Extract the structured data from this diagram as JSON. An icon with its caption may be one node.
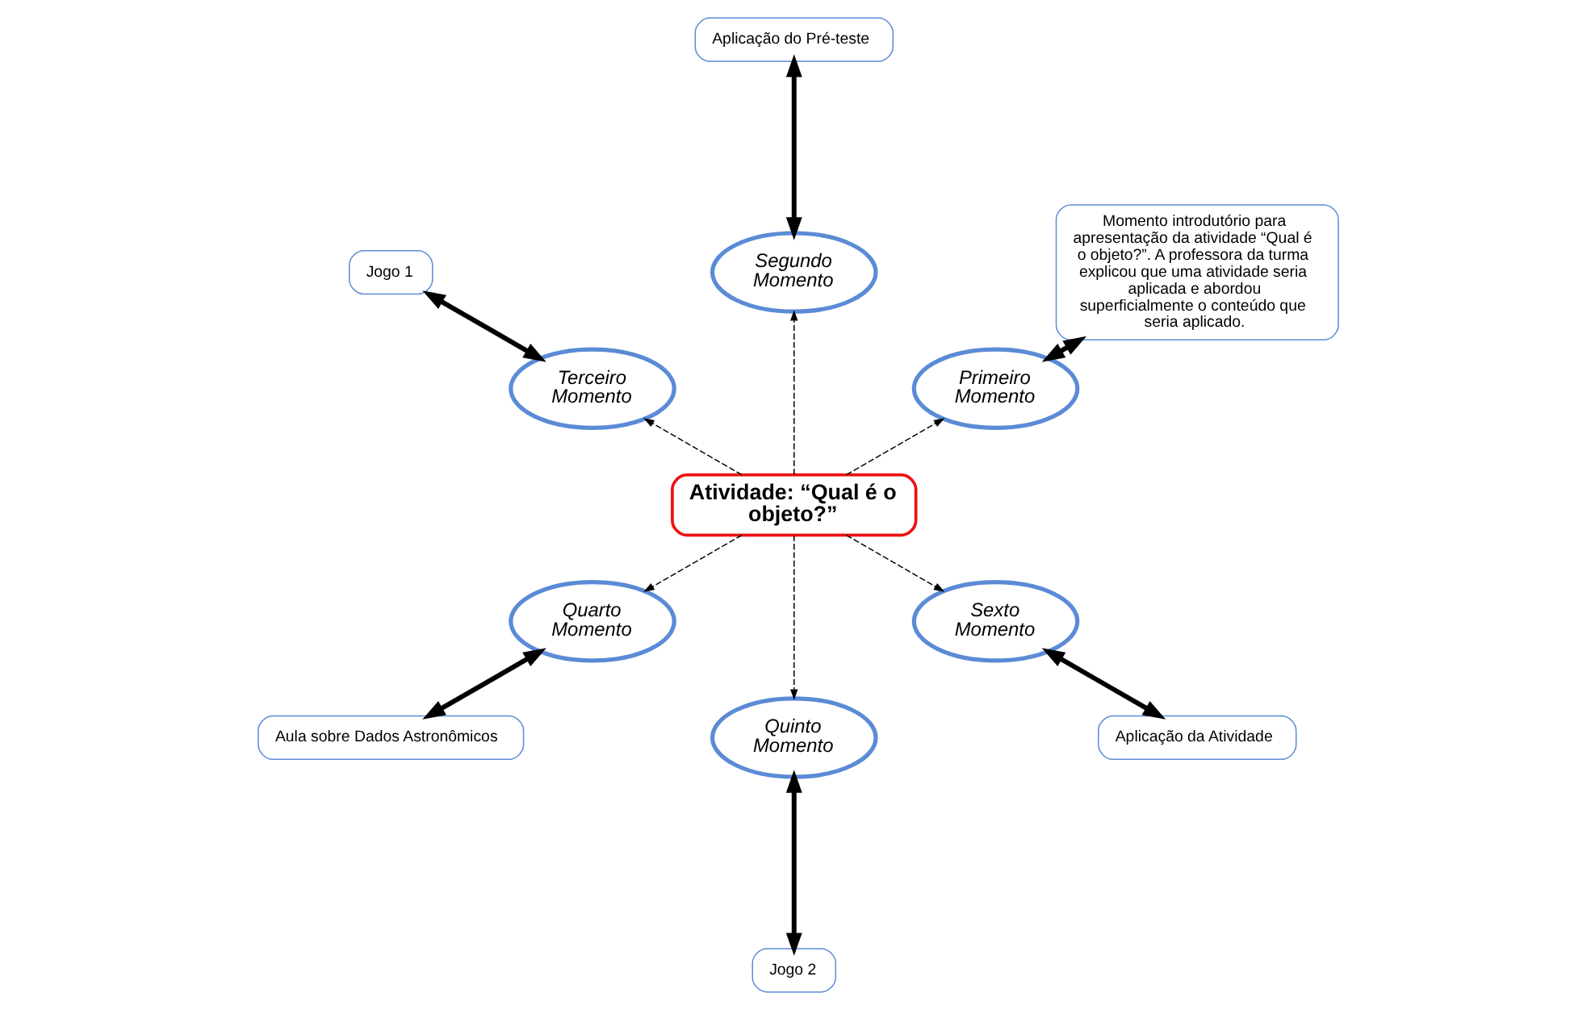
{
  "diagram": {
    "nodes": [
      {
        "text": [
          "Atividade: “Qual é o objeto?”"
        ]
      },
      {
        "text": [
          "Primeiro Momento"
        ]
      },
      {
        "text": [
          "Momento introdutório para apresentação da atividade “Qual é o objeto?”. A professora da turma explicou que uma atividade seria aplicada e abordou superficialmente o conteúdo que seria aplicado."
        ]
      },
      {
        "text": [
          "Segundo Momento"
        ]
      },
      {
        "text": [
          "Aplicação do Pré-teste"
        ]
      },
      {
        "text": [
          "Terceiro Momento"
        ]
      },
      {
        "text": [
          "Jogo 1"
        ]
      },
      {
        "text": [
          "Quarto Momento"
        ]
      },
      {
        "text": [
          "Aula sobre Dados Astronômicos"
        ]
      },
      {
        "text": [
          "Quinto Momento"
        ]
      },
      {
        "text": [
          "Jogo 2"
        ]
      },
      {
        "text": [
          "Sexto Momento"
        ]
      },
      {
        "text": [
          "Aplicação da Atividade"
        ]
      }
    ],
    "edges": [
      {
        "from": 0,
        "to": 1,
        "arrow": "to",
        "style": "dashed"
      },
      {
        "from": 1,
        "to": 2,
        "arrow": "both",
        "style": "thick"
      },
      {
        "from": 0,
        "to": 3,
        "arrow": "to",
        "style": "dashed"
      },
      {
        "from": 3,
        "to": 4,
        "arrow": "both",
        "style": "thick"
      },
      {
        "from": 0,
        "to": 5,
        "arrow": "to",
        "style": "dashed"
      },
      {
        "from": 5,
        "to": 6,
        "arrow": "both",
        "style": "thick"
      },
      {
        "from": 0,
        "to": 7,
        "arrow": "to",
        "style": "dashed"
      },
      {
        "from": 7,
        "to": 8,
        "arrow": "both",
        "style": "thick"
      },
      {
        "from": 0,
        "to": 9,
        "arrow": "to",
        "style": "dashed"
      },
      {
        "from": 9,
        "to": 10,
        "arrow": "both",
        "style": "thick"
      },
      {
        "from": 0,
        "to": 11,
        "arrow": "to",
        "style": "dashed"
      },
      {
        "from": 11,
        "to": 12,
        "arrow": "both",
        "style": "thick"
      }
    ]
  }
}
